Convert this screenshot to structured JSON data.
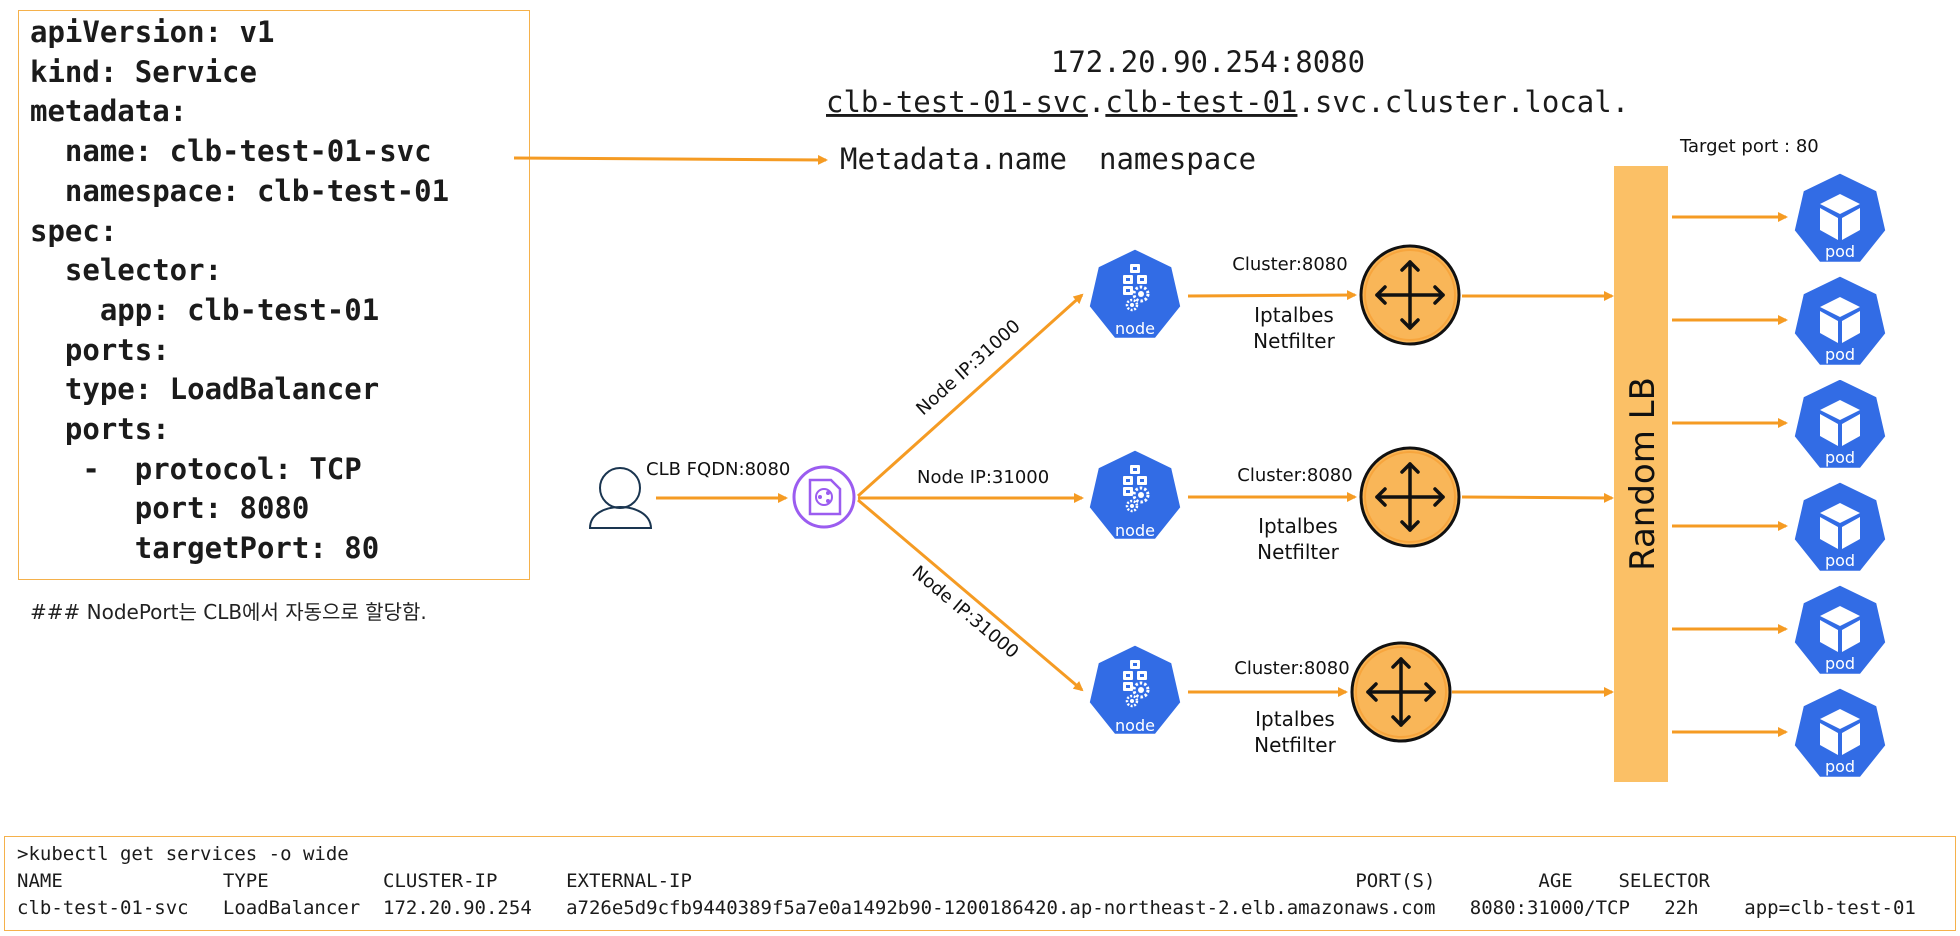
{
  "yaml_lines": [
    "apiVersion: v1",
    "kind: Service",
    "metadata:",
    "  name: clb-test-01-svc",
    "  namespace: clb-test-01",
    "spec:",
    "  selector:",
    "    app: clb-test-01",
    "  ports:",
    "  type: LoadBalancer",
    "  ports:",
    "   -  protocol: TCP",
    "      port: 8080",
    "      targetPort: 80"
  ],
  "note": "### NodePort는 CLB에서 자동으로 할당함.",
  "dns": {
    "ip_port": "172.20.90.254:8080",
    "fqdn_name": "clb-test-01-svc",
    "dot1": ".",
    "fqdn_namespace": "clb-test-01",
    "fqdn_rest": ".svc.cluster.local.",
    "label_name": "Metadata.name",
    "label_namespace": "namespace"
  },
  "client": {
    "clb_label": "CLB FQDN:8080"
  },
  "links": {
    "top": "Node IP:31000",
    "middle": "Node IP:31000",
    "bottom": "Node IP:31000"
  },
  "nodes": [
    {
      "label": "node",
      "cluster": "Cluster:8080",
      "line1": "Iptalbes",
      "line2": "Netfilter"
    },
    {
      "label": "node",
      "cluster": "Cluster:8080",
      "line1": "Iptalbes",
      "line2": "Netfilter"
    },
    {
      "label": "node",
      "cluster": "Cluster:8080",
      "line1": "Iptalbes",
      "line2": "Netfilter"
    }
  ],
  "lb": {
    "label": "Random LB",
    "target_port": "Target port : 80"
  },
  "pods": [
    "pod",
    "pod",
    "pod",
    "pod",
    "pod",
    "pod"
  ],
  "kubectl": {
    "command": ">kubectl get services -o wide",
    "header": "NAME              TYPE          CLUSTER-IP      EXTERNAL-IP                                                          PORT(S)         AGE    SELECTOR",
    "row": "clb-test-01-svc   LoadBalancer  172.20.90.254   a726e5d9cfb9440389f5a7e0a1492b90-1200186420.ap-northeast-2.elb.amazonaws.com   8080:31000/TCP   22h    app=clb-test-01"
  },
  "colors": {
    "arrow": "#f59b23",
    "k8s_blue": "#326ce5",
    "lb_fill": "#fbc066",
    "router_fill": "#f9b658",
    "clb_purple": "#9b5cf0",
    "box_border": "#f5b14b"
  }
}
